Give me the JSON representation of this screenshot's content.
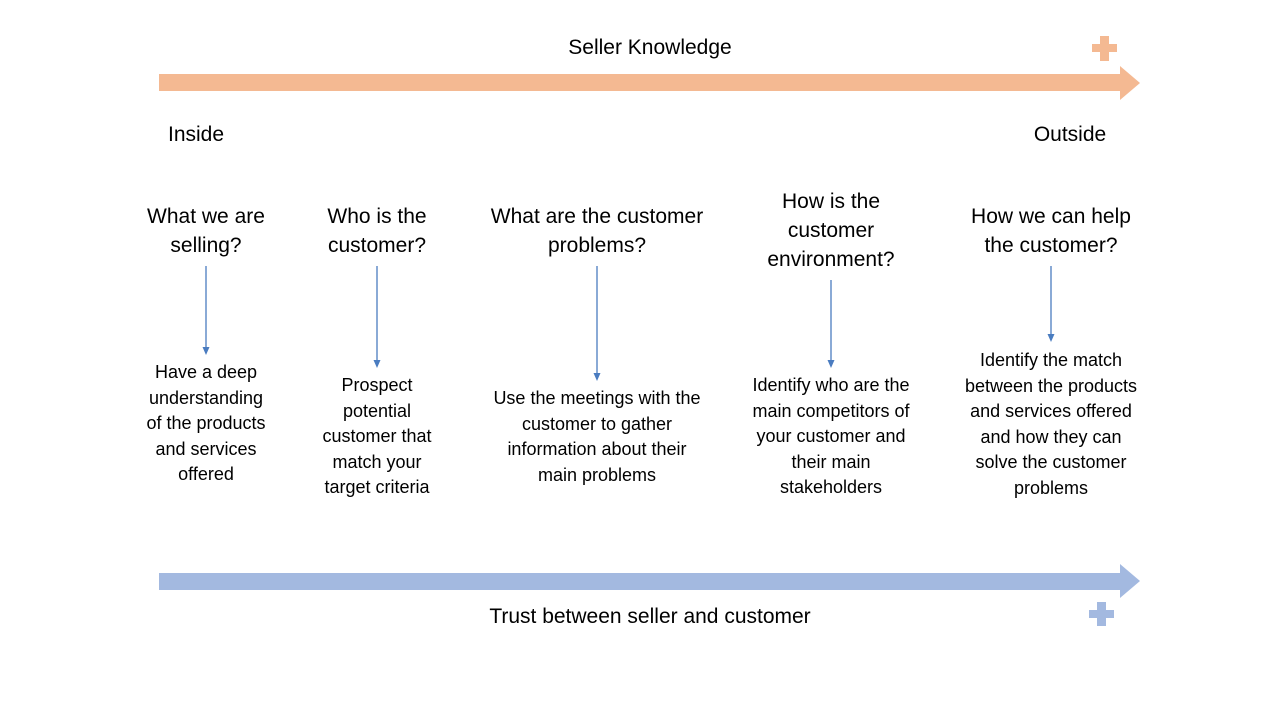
{
  "top_axis": {
    "label": "Seller Knowledge",
    "color": "#F4B992"
  },
  "bottom_axis": {
    "label": "Trust between seller and customer",
    "color": "#A3B9E0"
  },
  "ends": {
    "left": "Inside",
    "right": "Outside"
  },
  "connector_color": "#4A7CC0",
  "steps": [
    {
      "question": "What we are selling?",
      "answer": "Have a deep understanding of the products and services offered"
    },
    {
      "question": "Who is the customer?",
      "answer": "Prospect potential customer that match your target criteria"
    },
    {
      "question": "What are the customer problems?",
      "answer": "Use the meetings with the customer to gather information about their main problems"
    },
    {
      "question": "How is the customer environment?",
      "answer": "Identify who are the main competitors of your customer and their main stakeholders"
    },
    {
      "question": "How we can help the customer?",
      "answer": "Identify the match between the products and services offered and how they can solve the customer problems"
    }
  ]
}
